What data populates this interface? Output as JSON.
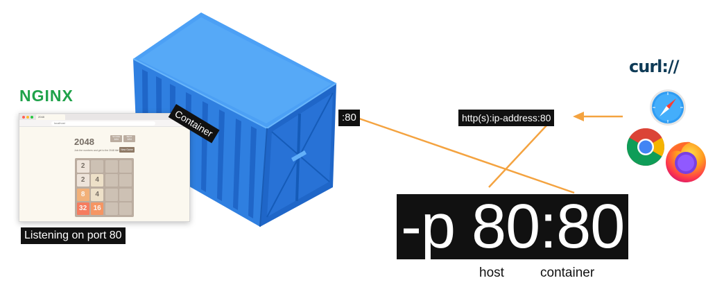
{
  "nginx_logo": "NGINX",
  "browser": {
    "tab_title": "2048",
    "url": "localhost",
    "game": {
      "title": "2048",
      "score_label": "SCORE",
      "score_value": "184",
      "best_label": "BEST",
      "best_value": "184",
      "subtitle": "Join the numbers and get to the 2048 tile!",
      "new_game": "New Game",
      "tiles": [
        [
          "2",
          "",
          "",
          ""
        ],
        [
          "2",
          "4",
          "",
          ""
        ],
        [
          "8",
          "4",
          "",
          ""
        ],
        [
          "32",
          "16",
          "",
          ""
        ]
      ]
    }
  },
  "listening_label": "Listening on port 80",
  "container_label": "Container",
  "container_port": ":80",
  "url_label": "http(s):ip-address:80",
  "port_mapping": "-p 80:80",
  "host_caption": "host",
  "container_caption": "container",
  "curl_logo": "curl://",
  "browser_icons": [
    "safari-icon",
    "chrome-icon",
    "firefox-icon"
  ],
  "colors": {
    "wire": "#f4a340",
    "container_light": "#4ca0f5",
    "container_dark": "#1f66c8",
    "label_bg": "#111111"
  }
}
